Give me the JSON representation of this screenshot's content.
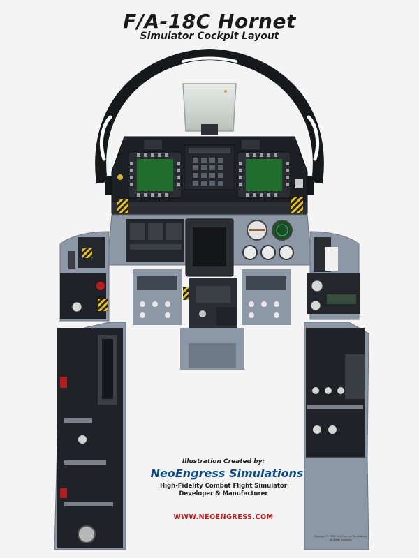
{
  "header": {
    "title": "F/A-18C Hornet",
    "subtitle": "Simulator Cockpit Layout"
  },
  "footer": {
    "credit_label": "Illustration Created by:",
    "company": "NeoEngress Simulations",
    "tagline_1": "High-Fidelity Combat Flight Simulator",
    "tagline_2": "Developer & Manufacturer",
    "website": "WWW.NEOENGRESS.COM",
    "copyright_1": "Copyright © 2020 NeoEngress Simulations",
    "copyright_2": "All rights reserved"
  },
  "colors": {
    "panel_gray": "#8d98a6",
    "panel_dark": "#1c1f23",
    "mfd_green": "#1f6e2e",
    "hazard_yellow": "#e8c21a",
    "brand_blue": "#0b4b8c",
    "url_red": "#c81818"
  }
}
